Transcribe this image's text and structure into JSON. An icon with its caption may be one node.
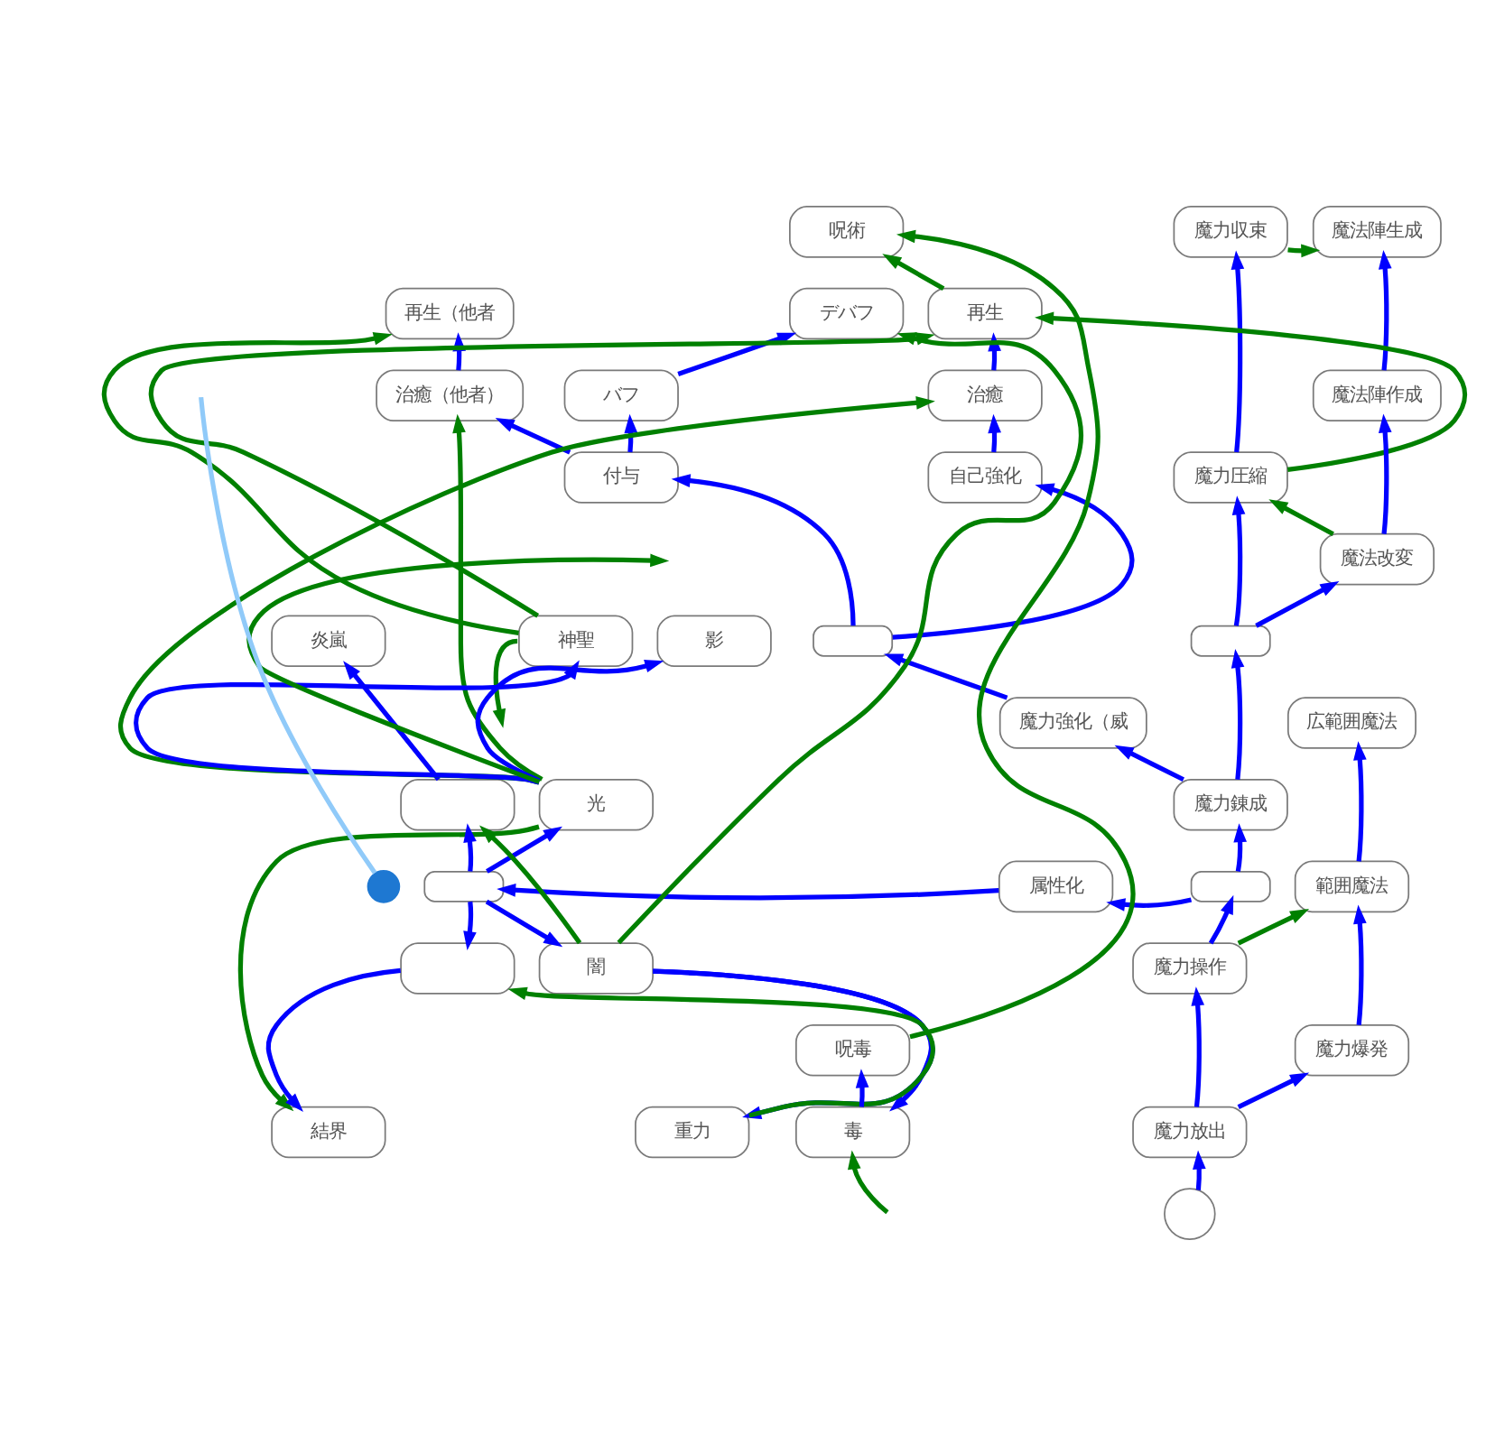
{
  "diagram": {
    "nodes": [
      {
        "text": [
          "呪術"
        ]
      },
      {
        "text": [
          "魔力収束"
        ]
      },
      {
        "text": [
          "魔法陣生成"
        ]
      },
      {
        "text": [
          "再生（他者"
        ]
      },
      {
        "text": [
          "デバフ"
        ]
      },
      {
        "text": [
          "再生"
        ]
      },
      {
        "text": [
          "治癒（他者）"
        ]
      },
      {
        "text": [
          "バフ"
        ]
      },
      {
        "text": [
          "治癒"
        ]
      },
      {
        "text": [
          "魔法陣作成"
        ]
      },
      {
        "text": [
          "付与"
        ]
      },
      {
        "text": [
          "自己強化"
        ]
      },
      {
        "text": [
          "魔力圧縮"
        ]
      },
      {
        "text": [
          "魔法改変"
        ]
      },
      {
        "text": [
          "炎嵐"
        ]
      },
      {
        "text": [
          "神聖"
        ]
      },
      {
        "text": [
          "影"
        ]
      },
      {
        "text": [],
        "shape": "box"
      },
      {
        "text": [],
        "shape": "box"
      },
      {
        "text": [
          "魔力強化（威"
        ]
      },
      {
        "text": [
          "広範囲魔法"
        ]
      },
      {
        "text": [],
        "shape": "box"
      },
      {
        "text": [
          "光"
        ]
      },
      {
        "text": [
          "魔力錬成"
        ]
      },
      {
        "text": [],
        "shape": "box"
      },
      {
        "text": [],
        "shape": "circle"
      },
      {
        "text": [
          "属性化"
        ]
      },
      {
        "text": [],
        "shape": "box"
      },
      {
        "text": [
          "範囲魔法"
        ]
      },
      {
        "text": [],
        "shape": "box"
      },
      {
        "text": [
          "闇"
        ]
      },
      {
        "text": [
          "魔力操作"
        ]
      },
      {
        "text": [
          "呪毒"
        ]
      },
      {
        "text": [
          "魔力爆発"
        ]
      },
      {
        "text": [
          "結界"
        ]
      },
      {
        "text": [
          "重力"
        ]
      },
      {
        "text": [
          "毒"
        ]
      },
      {
        "text": [
          "魔力放出"
        ]
      },
      {
        "text": [],
        "shape": "circle"
      }
    ],
    "edges": [
      {
        "from": 6,
        "to": 3,
        "arrow": "to"
      },
      {
        "from": 7,
        "to": 4,
        "arrow": "to"
      },
      {
        "from": 10,
        "to": 6,
        "arrow": "to"
      },
      {
        "from": 10,
        "to": 7,
        "arrow": "to"
      },
      {
        "from": 17,
        "to": 10,
        "arrow": "to"
      },
      {
        "from": 8,
        "to": 5,
        "arrow": "to"
      },
      {
        "from": 11,
        "to": 8,
        "arrow": "to"
      },
      {
        "from": 17,
        "to": 11,
        "arrow": "to"
      },
      {
        "from": 19,
        "to": 17,
        "arrow": "to"
      },
      {
        "from": 23,
        "to": 19,
        "arrow": "to"
      },
      {
        "from": 12,
        "to": 1,
        "arrow": "to"
      },
      {
        "from": 18,
        "to": 12,
        "arrow": "to"
      },
      {
        "from": 9,
        "to": 2,
        "arrow": "to"
      },
      {
        "from": 13,
        "to": 9,
        "arrow": "to"
      },
      {
        "from": 18,
        "to": 13,
        "arrow": "to"
      },
      {
        "from": 23,
        "to": 18,
        "arrow": "to"
      },
      {
        "from": 27,
        "to": 23,
        "arrow": "to"
      },
      {
        "from": 27,
        "to": 26,
        "arrow": "to"
      },
      {
        "from": 31,
        "to": 27,
        "arrow": "to"
      },
      {
        "from": 37,
        "to": 31,
        "arrow": "to"
      },
      {
        "from": 38,
        "to": 37,
        "arrow": "to"
      },
      {
        "from": 28,
        "to": 20,
        "arrow": "to"
      },
      {
        "from": 33,
        "to": 28,
        "arrow": "to"
      },
      {
        "from": 37,
        "to": 33,
        "arrow": "to"
      },
      {
        "from": 36,
        "to": 32,
        "arrow": "to"
      },
      {
        "from": 26,
        "to": 24,
        "arrow": "to"
      },
      {
        "from": 24,
        "to": 22,
        "arrow": "to"
      },
      {
        "from": 24,
        "to": 30,
        "arrow": "to"
      },
      {
        "from": 30,
        "to": 36,
        "arrow": "to"
      },
      {
        "from": 30,
        "to": 35,
        "arrow": "to"
      },
      {
        "from": 22,
        "to": 15,
        "arrow": "to"
      },
      {
        "from": 22,
        "to": 16,
        "arrow": "to"
      },
      {
        "from": 21,
        "to": 14,
        "arrow": "to"
      },
      {
        "from": 24,
        "to": 21,
        "arrow": "to"
      },
      {
        "from": 24,
        "to": 29,
        "arrow": "to"
      },
      {
        "from": 29,
        "to": 34,
        "arrow": "to"
      },
      {
        "from": 25,
        "to": null,
        "arrow": "none",
        "color": "#90caf9"
      },
      {
        "from": 1,
        "to": 2,
        "arrow": "to",
        "color": "#008000"
      },
      {
        "from": 32,
        "to": 0,
        "arrow": "to",
        "color": "#008000"
      },
      {
        "from": 5,
        "to": 0,
        "arrow": "to",
        "color": "#008000"
      },
      {
        "from": 15,
        "to": 3,
        "arrow": "to",
        "color": "#008000"
      },
      {
        "from": 22,
        "to": 6,
        "arrow": "to",
        "color": "#008000"
      },
      {
        "from": 15,
        "to": 5,
        "arrow": "to",
        "color": "#008000"
      },
      {
        "from": 30,
        "to": 4,
        "arrow": "to",
        "color": "#008000"
      },
      {
        "from": 22,
        "to": 8,
        "arrow": "to",
        "color": "#008000"
      },
      {
        "from": 12,
        "to": 5,
        "arrow": "to",
        "color": "#008000"
      },
      {
        "from": 13,
        "to": 12,
        "arrow": "to",
        "color": "#008000"
      },
      {
        "from": 15,
        "to": null,
        "arrow": "to",
        "color": "#008000"
      },
      {
        "from": 22,
        "to": null,
        "arrow": "to",
        "color": "#008000"
      },
      {
        "from": 30,
        "to": 21,
        "arrow": "to",
        "color": "#008000"
      },
      {
        "from": 22,
        "to": 34,
        "arrow": "to",
        "color": "#008000"
      },
      {
        "from": 35,
        "to": 29,
        "arrow": "to",
        "color": "#008000"
      },
      {
        "from": null,
        "to": 36,
        "arrow": "to",
        "color": "#008000"
      },
      {
        "from": 31,
        "to": 28,
        "arrow": "to",
        "color": "#008000"
      }
    ]
  }
}
